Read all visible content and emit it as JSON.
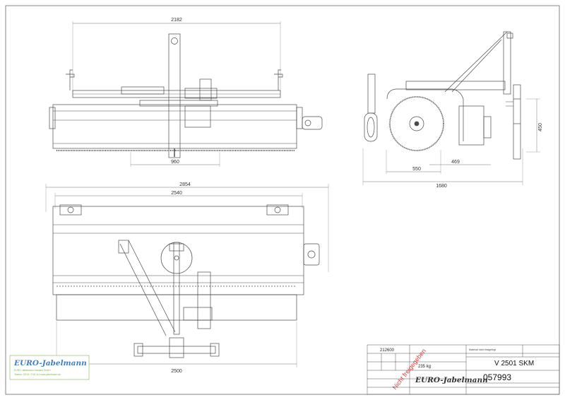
{
  "dimensions": {
    "front_width": "2182",
    "front_base": "960",
    "side_depth": "1680",
    "side_inner": "550",
    "side_brush": "469",
    "side_height": "450",
    "top_overall": "2854",
    "top_width": "2540",
    "bottom_width": "2500"
  },
  "title_block": {
    "drawing_number": "212600",
    "weight": "235 kg",
    "note_material": "Material nicht festgelegt",
    "designation": "V 2501 SKM",
    "part_number": "057993",
    "stamp": "Nicht freigegeben",
    "company": "EURO-Jabelmann"
  },
  "watermark": {
    "brand": "EURO-Jabelmann",
    "line1": "EURO-Jabelmann Handels GmbH",
    "line2": "Telefon: 05 04 / 9 81 8-0 www.jabelmann.de"
  },
  "colors": {
    "line": "#4a4a4a",
    "frame": "#555555",
    "stamp": "#d63a3a",
    "watermark_blue": "#3f7fc4",
    "watermark_green": "#7fb24a"
  }
}
